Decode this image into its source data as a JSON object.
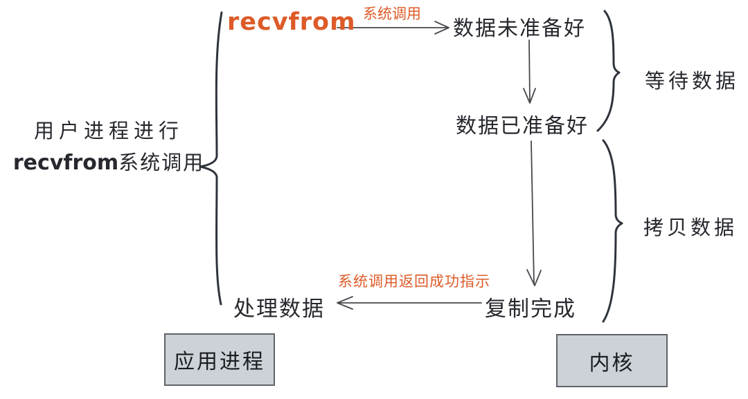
{
  "diagram": {
    "left_caption": {
      "line1": "用户进程进行",
      "line2_code": "recvfrom",
      "line2_rest": "系统调用"
    },
    "nodes": {
      "recvfrom": "recvfrom",
      "data_not_ready": "数据未准备好",
      "data_ready": "数据已准备好",
      "copy_complete": "复制完成",
      "process_data": "处理数据"
    },
    "edge_labels": {
      "syscall": "系统调用",
      "return_success": "系统调用返回成功指示"
    },
    "phase_labels": {
      "wait_data": "等待数据",
      "copy_data": "拷贝数据"
    },
    "boxes": {
      "app_process": "应用进程",
      "kernel": "内核"
    },
    "colors": {
      "accent": "#dd5b28",
      "ink": "#26282e",
      "box_fill": "#cdd2d9",
      "box_border": "#5f6368"
    }
  }
}
